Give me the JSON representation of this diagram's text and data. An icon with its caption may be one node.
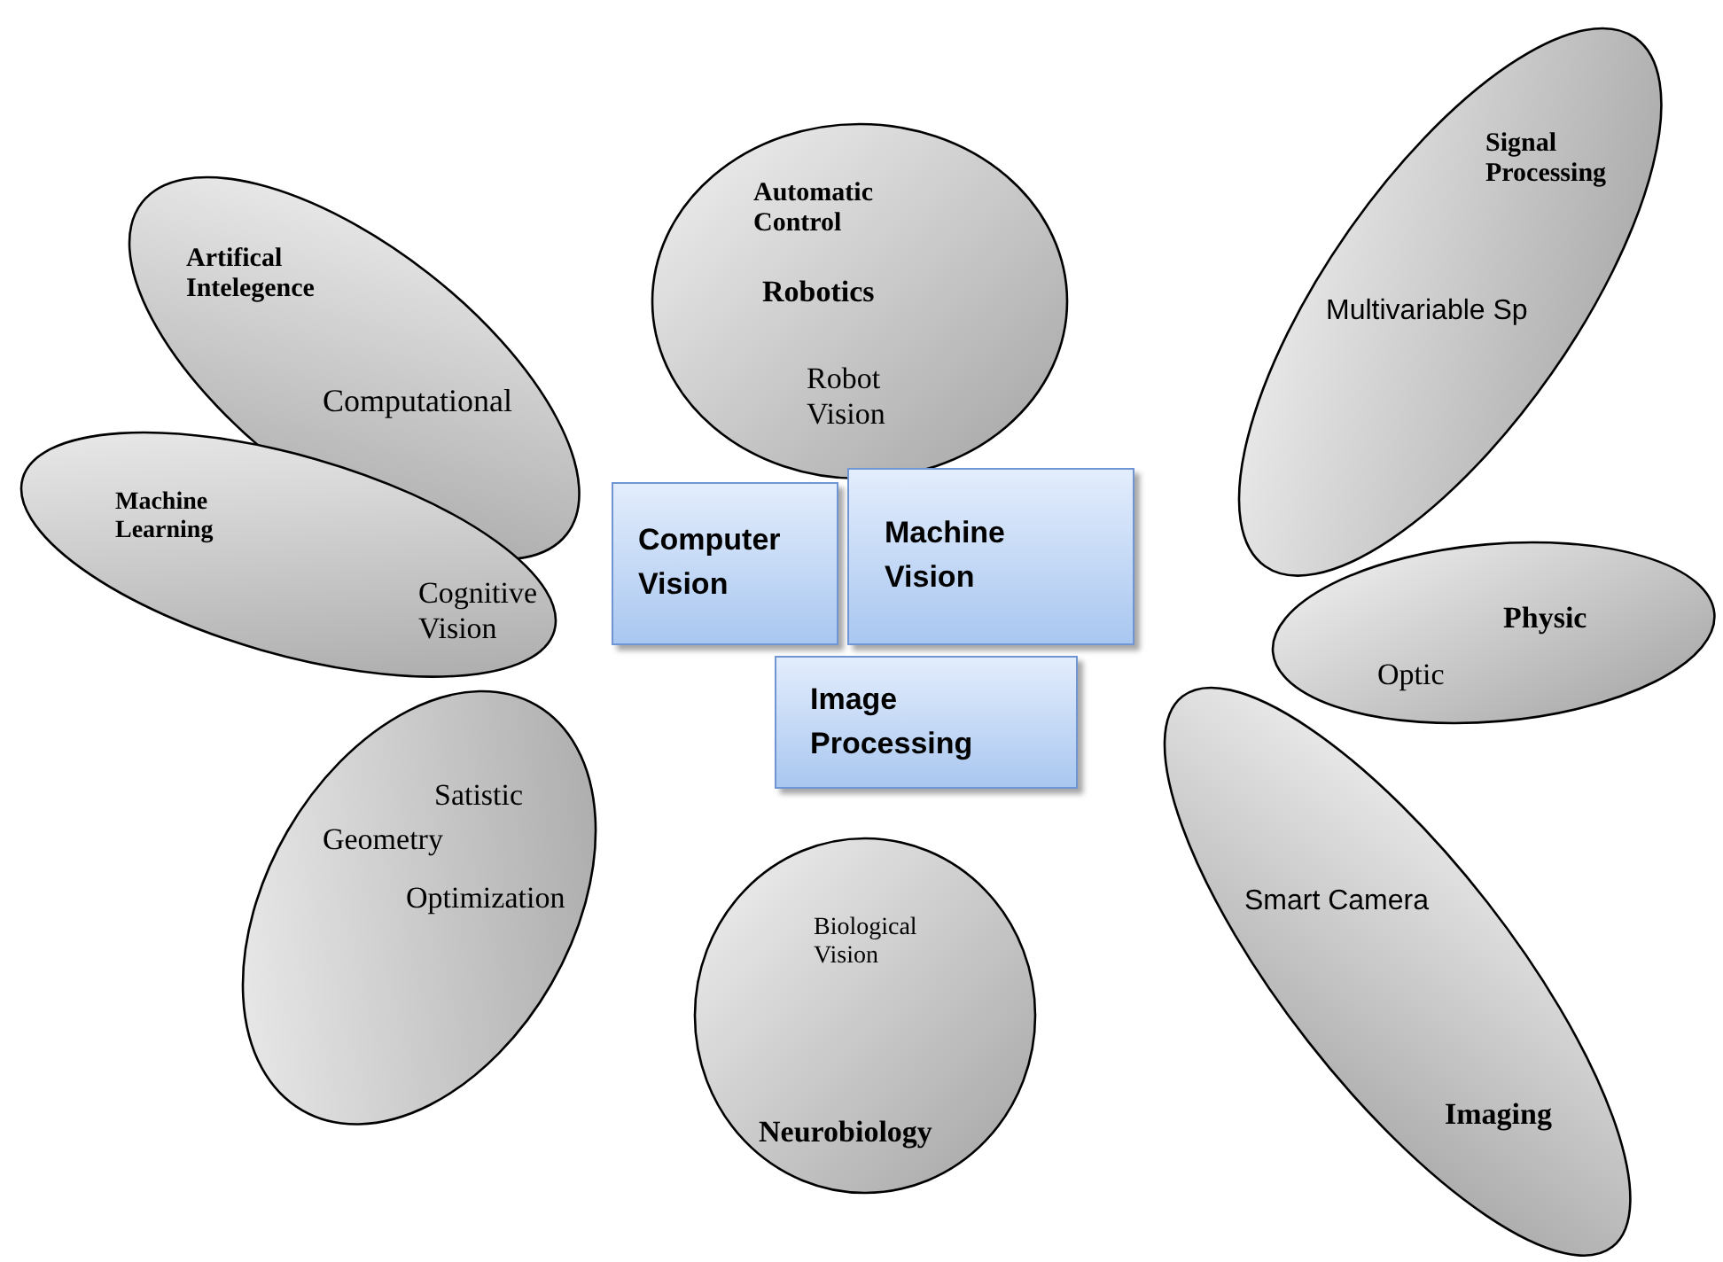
{
  "diagram": {
    "nodes": [
      {
        "text": [
          "Artifical Intelegence",
          "Computational"
        ]
      },
      {
        "text": [
          "Automatic Control",
          "Robotics",
          "Robot Vision"
        ]
      },
      {
        "text": [
          "Signal Processing",
          "Multivariable Sp"
        ]
      },
      {
        "text": [
          "Machine Learning",
          "Cognitive Vision"
        ]
      },
      {
        "text": [
          "Computer Vision"
        ]
      },
      {
        "text": [
          "Machine Vision"
        ]
      },
      {
        "text": [
          "Physic",
          "Optic"
        ]
      },
      {
        "text": [
          "Image Processing"
        ]
      },
      {
        "text": [
          "Satistic",
          "Geometry",
          "Optimization"
        ]
      },
      {
        "text": [
          "Smart Camera",
          "Imaging"
        ]
      },
      {
        "text": [
          "Biological Vision",
          "Neurobiology"
        ]
      }
    ]
  }
}
